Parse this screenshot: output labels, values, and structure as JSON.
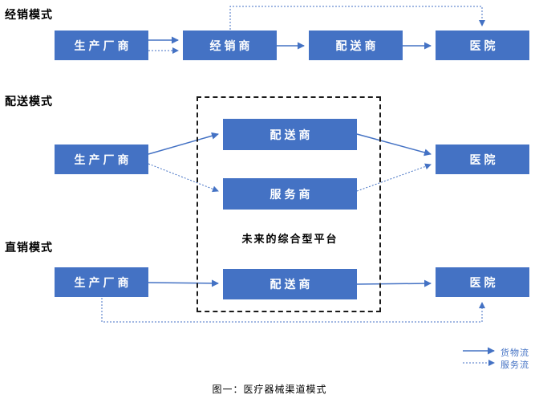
{
  "colors": {
    "box_fill": "#4472C4",
    "box_text": "#FFFFFF",
    "arrow": "#4472C4",
    "dashed_border": "#1A1A1A",
    "background": "#FFFFFF"
  },
  "sections": {
    "distribution": {
      "label": "经销模式",
      "manufacturer": "生产厂商",
      "distributor": "经销商",
      "delivery": "配送商",
      "hospital": "医院"
    },
    "delivery": {
      "label": "配送模式",
      "manufacturer": "生产厂商",
      "delivery": "配送商",
      "service": "服务商",
      "hospital": "医院",
      "platform": "未来的综合型平台"
    },
    "direct": {
      "label": "直销模式",
      "manufacturer": "生产厂商",
      "delivery": "配送商",
      "hospital": "医院"
    }
  },
  "legend": {
    "goods_flow": "货物流",
    "service_flow": "服务流"
  },
  "caption": "图一：医疗器械渠道模式"
}
